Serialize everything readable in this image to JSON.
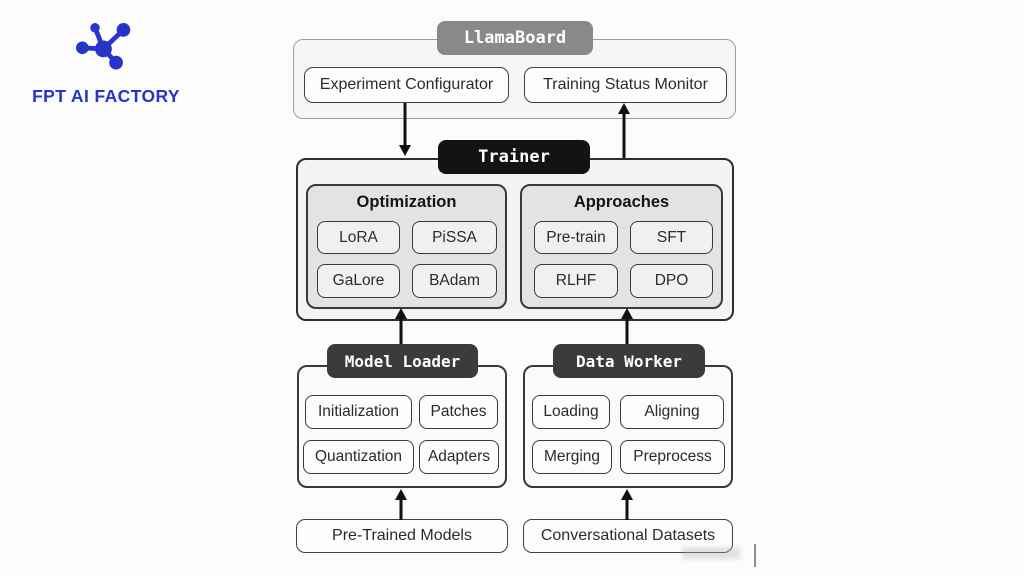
{
  "logo": {
    "text": "FPT AI FACTORY",
    "color": "#2634c8"
  },
  "colors": {
    "llamaboard_header_bg": "#898989",
    "trainer_header_bg": "#131313",
    "loader_worker_header_bg": "#3b3b3b",
    "panel_bg": "#e3e3e3",
    "container_bg": "#f5f5f5",
    "arrow": "#111111",
    "text": "#2b2b2b"
  },
  "diagram": {
    "llamaboard": {
      "title": "LlamaBoard",
      "experiment_configurator": "Experiment Configurator",
      "training_status_monitor": "Training Status Monitor"
    },
    "trainer": {
      "title": "Trainer",
      "optimization": {
        "title": "Optimization",
        "chips": [
          "LoRA",
          "PiSSA",
          "GaLore",
          "BAdam"
        ]
      },
      "approaches": {
        "title": "Approaches",
        "chips": [
          "Pre-train",
          "SFT",
          "RLHF",
          "DPO"
        ]
      }
    },
    "model_loader": {
      "title": "Model Loader",
      "chips": [
        "Initialization",
        "Patches",
        "Quantization",
        "Adapters"
      ]
    },
    "data_worker": {
      "title": "Data Worker",
      "chips": [
        "Loading",
        "Aligning",
        "Merging",
        "Preprocess"
      ]
    },
    "inputs": {
      "pretrained_models": "Pre-Trained Models",
      "conversational_datasets": "Conversational Datasets"
    }
  }
}
